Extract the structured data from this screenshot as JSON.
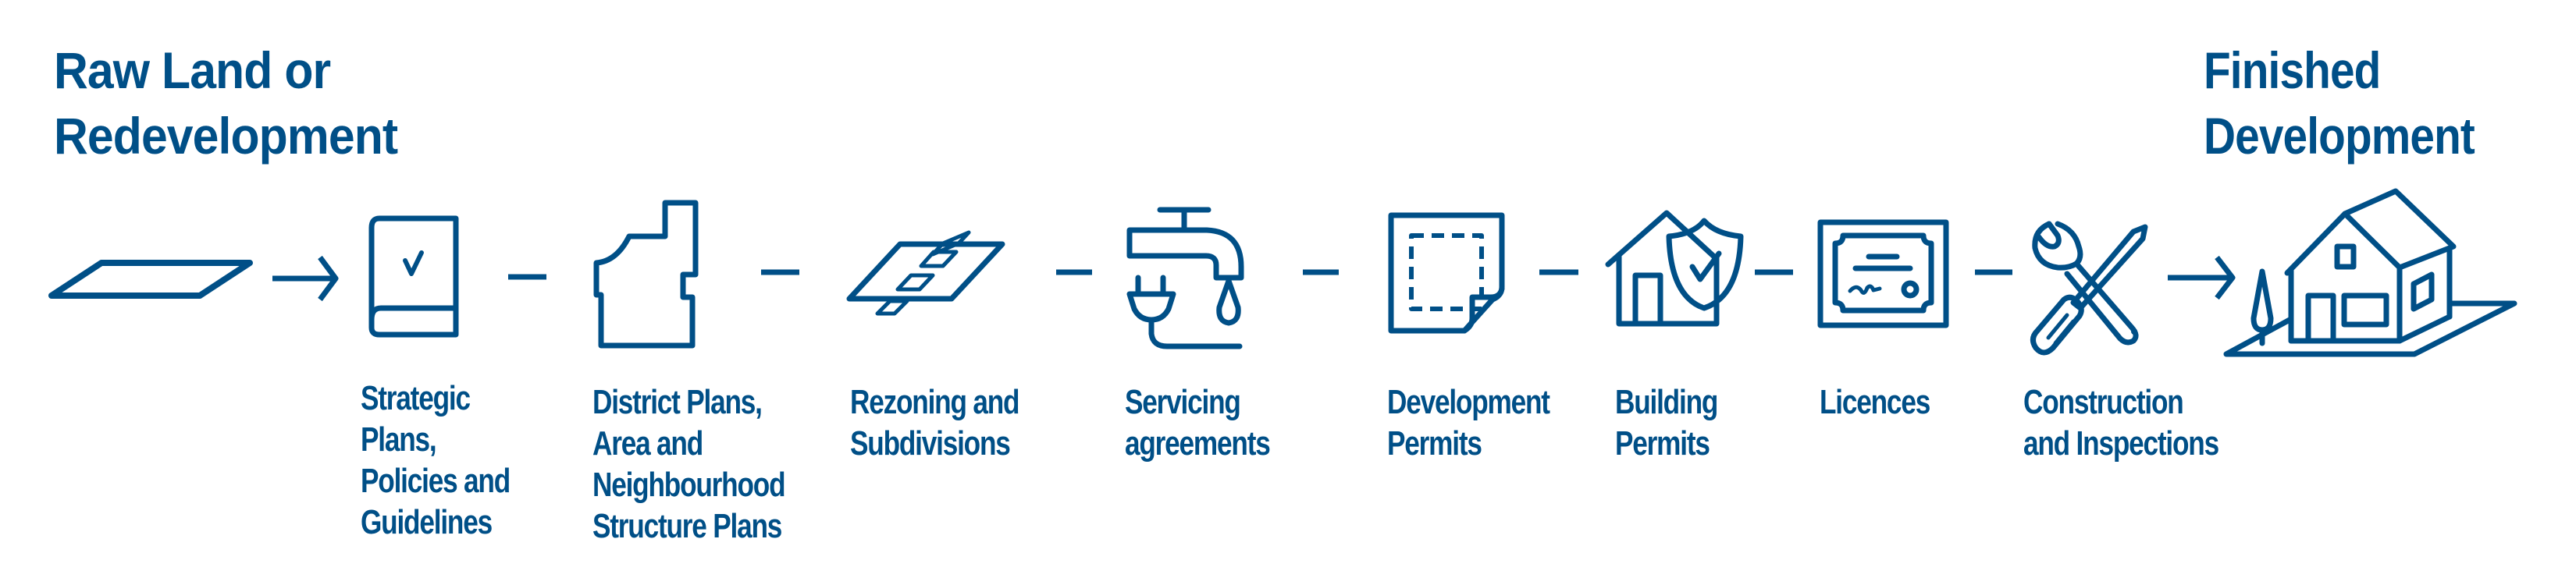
{
  "colors": {
    "primary": "#004f87",
    "background": "#ffffff"
  },
  "start": {
    "title_lines": [
      "Raw Land or",
      "Redevelopment"
    ],
    "icon": "land-parcel-icon"
  },
  "end": {
    "title_lines": [
      "Finished",
      "Development"
    ],
    "icon": "finished-house-icon"
  },
  "steps": [
    {
      "icon": "book-check-icon",
      "label_lines": [
        "Strategic",
        "Plans,",
        "Policies and",
        "Guidelines"
      ]
    },
    {
      "icon": "district-map-icon",
      "label_lines": [
        "District Plans,",
        "Area and",
        "Neighbourhood",
        "Structure Plans"
      ]
    },
    {
      "icon": "zoning-parcel-icon",
      "label_lines": [
        "Rezoning and",
        "Subdivisions"
      ]
    },
    {
      "icon": "tap-plug-icon",
      "label_lines": [
        "Servicing",
        "agreements"
      ]
    },
    {
      "icon": "permit-document-icon",
      "label_lines": [
        "Development",
        "Permits"
      ]
    },
    {
      "icon": "house-shield-icon",
      "label_lines": [
        "Building",
        "Permits"
      ]
    },
    {
      "icon": "certificate-icon",
      "label_lines": [
        "Licences"
      ]
    },
    {
      "icon": "tools-icon",
      "label_lines": [
        "Construction",
        "and Inspections"
      ]
    }
  ],
  "connectors": [
    "arrow",
    "dash",
    "dash",
    "dash",
    "dash",
    "dash",
    "dash",
    "dash",
    "arrow"
  ]
}
